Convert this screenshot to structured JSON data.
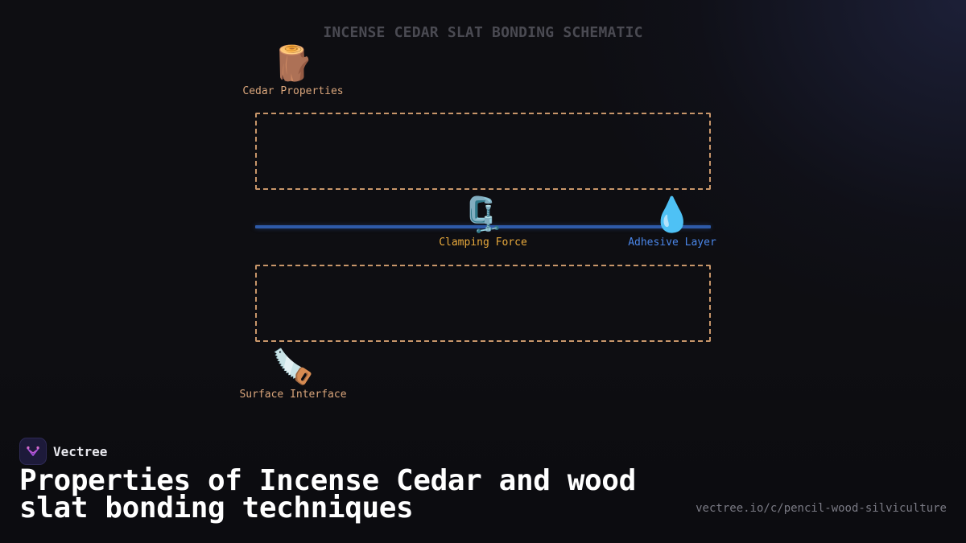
{
  "diagram": {
    "title": "INCENSE CEDAR SLAT BONDING SCHEMATIC",
    "nodes": {
      "cedar_properties": {
        "icon": "wood-log-icon",
        "glyph": "🪵",
        "label": "Cedar Properties",
        "color": "#d9a57b"
      },
      "clamping_force": {
        "icon": "clamp-icon",
        "glyph": "🗜️",
        "label": "Clamping Force",
        "color": "#e8a93c"
      },
      "adhesive_layer": {
        "icon": "water-droplet-icon",
        "glyph": "💧",
        "label": "Adhesive Layer",
        "color": "#4a86e8"
      },
      "surface_interface": {
        "icon": "saw-icon",
        "glyph": "🪚",
        "label": "Surface Interface",
        "color": "#d9a57b"
      }
    },
    "slat_border_color": "#c8966a",
    "glue_line_color": "#2e5aa8"
  },
  "footer": {
    "brand_name": "Vectree",
    "brand_logo": "vectree-logo-icon",
    "headline": "Properties of Incense Cedar and wood slat bonding techniques",
    "url": "vectree.io/c/pencil-wood-silviculture"
  },
  "colors": {
    "background": "#0e0e12",
    "title": "#4a4a52",
    "headline": "#ffffff",
    "url": "#7a7a84",
    "brand_accent": "#a04fd8"
  }
}
